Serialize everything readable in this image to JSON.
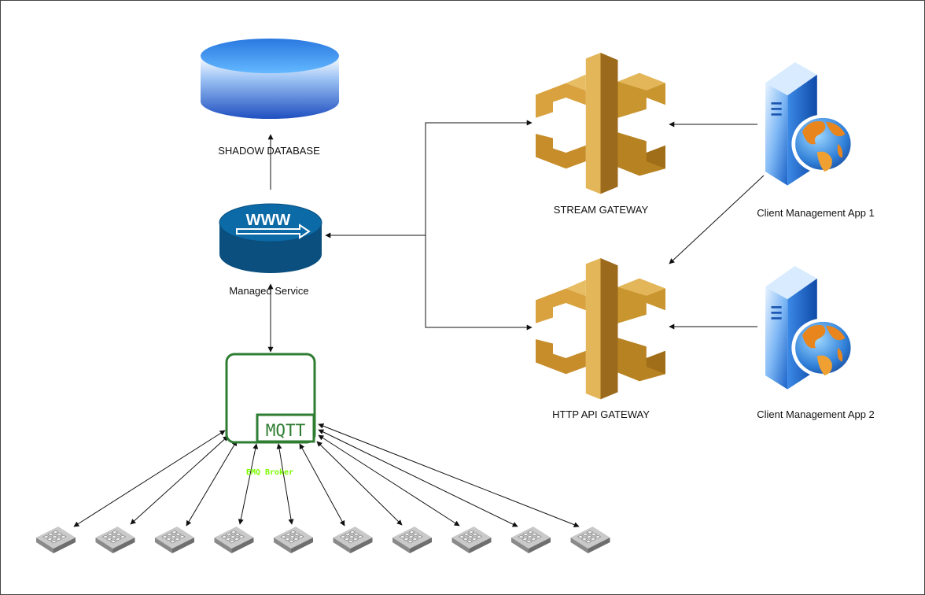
{
  "nodes": {
    "shadow_database": "SHADOW DATABASE",
    "managed_service": "Managed Service",
    "stream_gateway": "STREAM GATEWAY",
    "http_api_gateway": "HTTP API GATEWAY",
    "client_app_1": "Client Management App 1",
    "client_app_2": "Client Management App 2",
    "broker_label": "EMQ Broker",
    "mqtt": "MQTT",
    "www": "WWW"
  },
  "device_count": 10,
  "colors": {
    "database_top": "#4aa8f0",
    "database_body": "#1f5fc8",
    "service_blue": "#0c5a8c",
    "gateway_gold": "#c8952e",
    "gateway_light": "#e3b65a",
    "broker_green": "#2e7d32",
    "broker_label_green": "#7cfc00",
    "server_blue": "#3d8fe8",
    "globe_orange": "#e8851c",
    "device_gray": "#8a8a8a"
  },
  "icons": {
    "database": "database-cylinder-icon",
    "service": "www-router-icon",
    "gateway": "api-gateway-icon",
    "client": "web-server-globe-icon",
    "device": "keypad-device-icon"
  }
}
